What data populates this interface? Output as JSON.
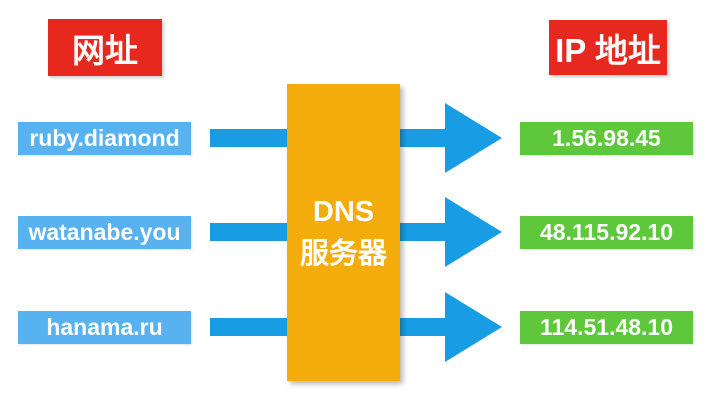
{
  "headers": {
    "left": "网址",
    "right": "IP 地址"
  },
  "dns": {
    "line1": "DNS",
    "line2": "服务器"
  },
  "rows": [
    {
      "domain": "ruby.diamond",
      "ip": "1.56.98.45"
    },
    {
      "domain": "watanabe.you",
      "ip": "48.115.92.10"
    },
    {
      "domain": "hanama.ru",
      "ip": "114.51.48.10"
    }
  ],
  "colors": {
    "header_red": "#e6281e",
    "domain_blue": "#58b2f0",
    "arrow_blue": "#189de5",
    "dns_orange": "#f3ac0c",
    "ip_green": "#5ec73c",
    "text_white": "#ffffff"
  }
}
